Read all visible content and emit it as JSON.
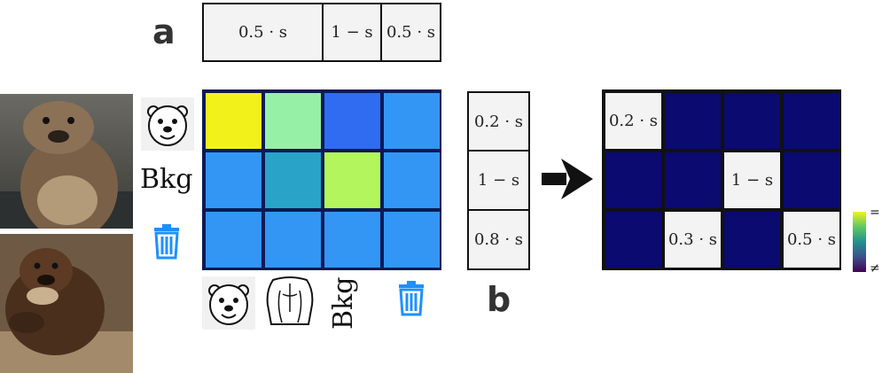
{
  "labels": {
    "a": "a",
    "b": "b",
    "bkg_row": "Bkg",
    "bkg_col": "Bkg"
  },
  "top_boxes": [
    "0.5 · s",
    "1 − s",
    "0.5 · s"
  ],
  "side_boxes": [
    "0.2 · s",
    "1 − s",
    "0.8 · s"
  ],
  "matrix_a": [
    [
      "#f2f21a",
      "#96f0a6",
      "#2f6cf2",
      "#3396f5"
    ],
    [
      "#3396f5",
      "#2aa3c9",
      "#b2f55c",
      "#3396f5"
    ],
    [
      "#3396f5",
      "#3396f5",
      "#3396f5",
      "#3396f5"
    ]
  ],
  "matrix_b": [
    [
      "0.2 · s",
      "",
      "",
      ""
    ],
    [
      "",
      "",
      "1 − s",
      ""
    ],
    [
      "",
      "0.3 · s",
      "",
      "0.5 · s"
    ]
  ],
  "colors": {
    "dark": "#0a0a70",
    "grid_line": "#0c1a55",
    "trash": "#1e90ff"
  },
  "colorbar": {
    "top_label": "=",
    "bottom_label": "≠"
  },
  "icons": {
    "row_icons": [
      "otter-face-icon",
      "trash-icon"
    ],
    "col_icons": [
      "otter-face-icon",
      "torso-icon",
      "trash-icon"
    ]
  }
}
